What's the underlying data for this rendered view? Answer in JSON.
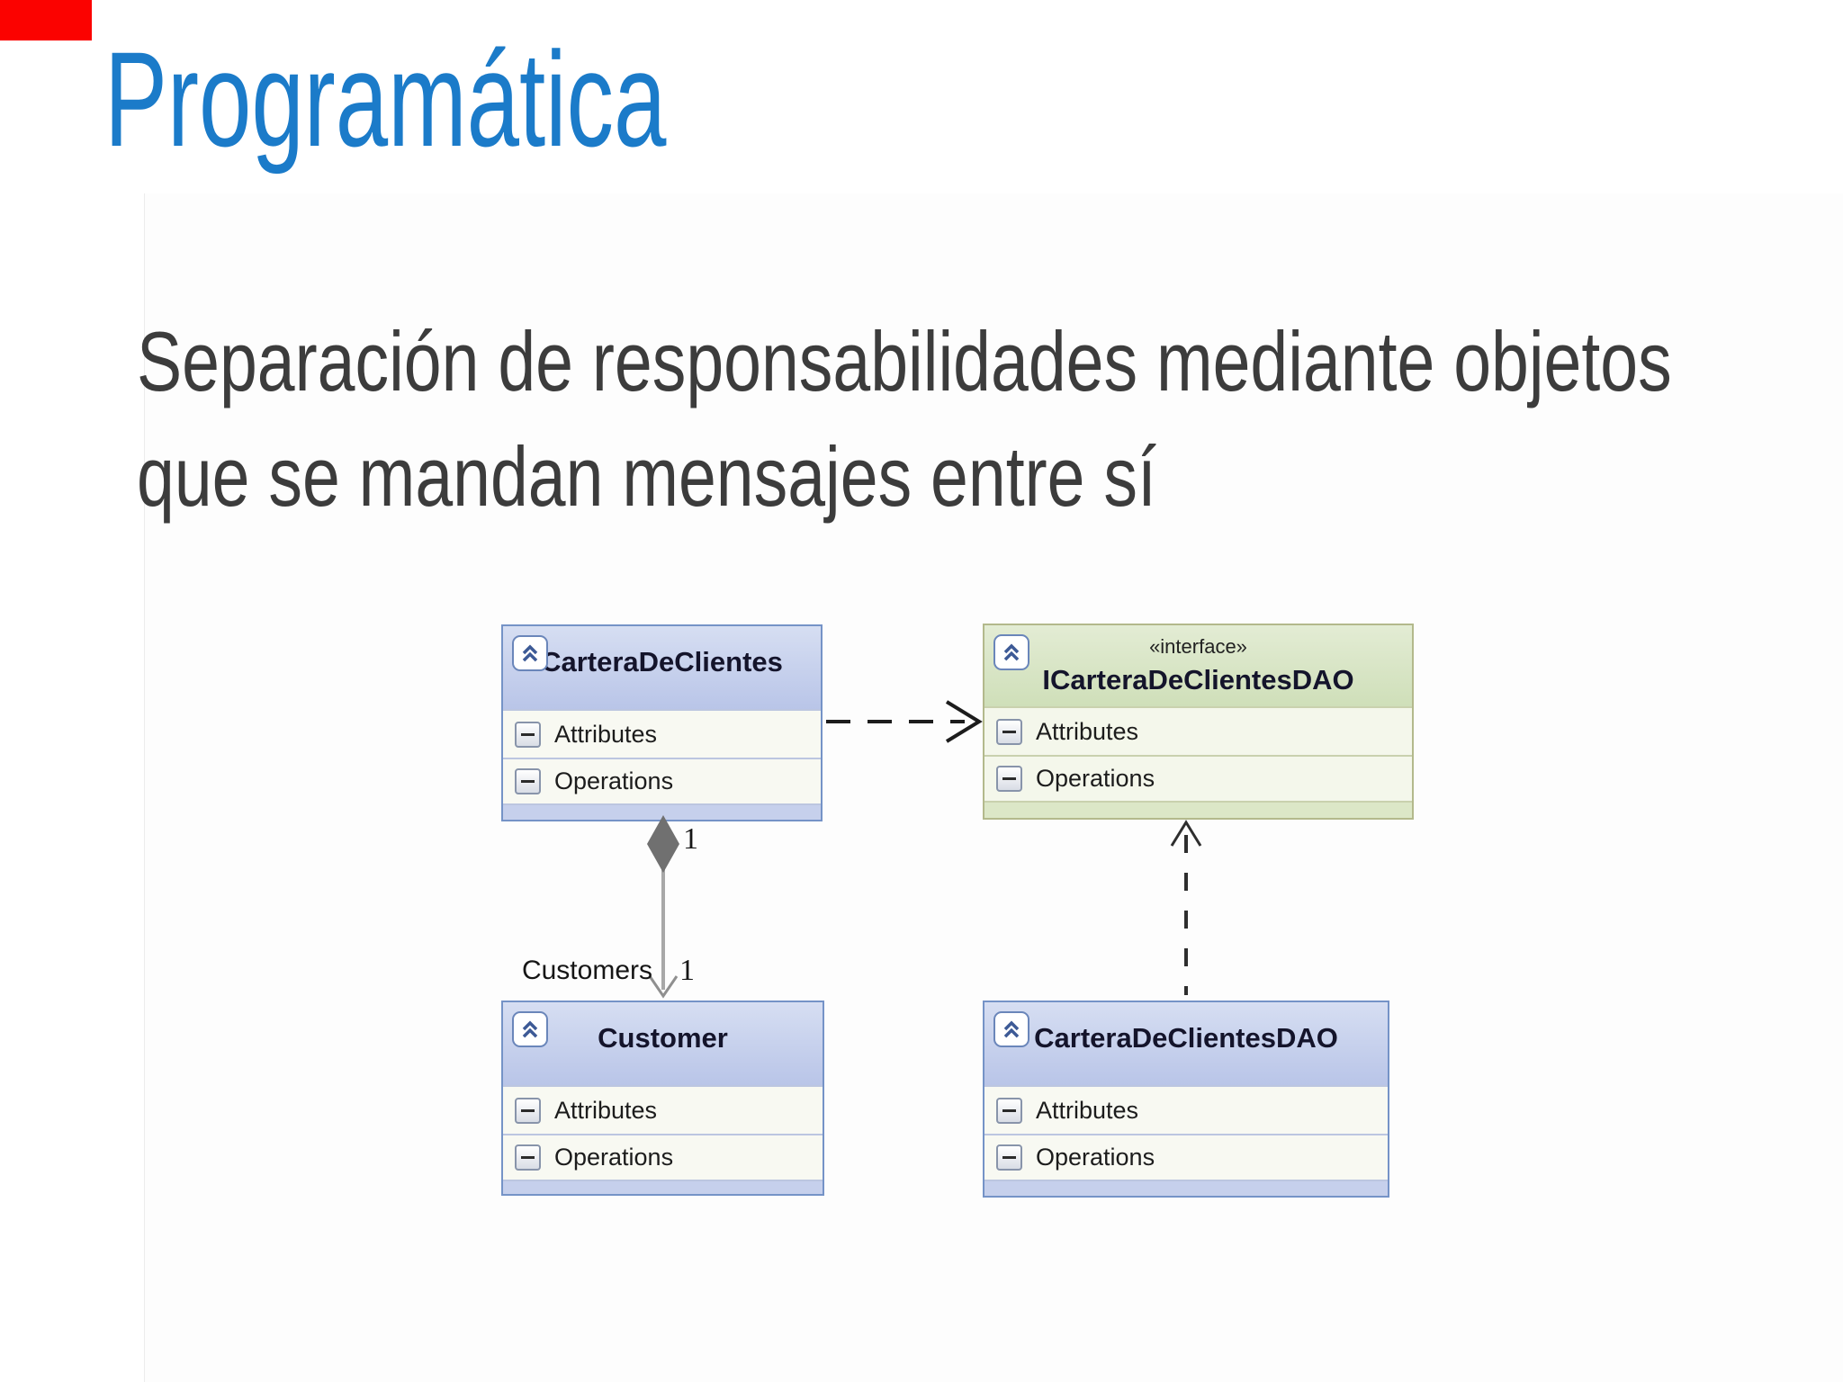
{
  "slide": {
    "title": "Programática",
    "body": {
      "line1": "Separación de responsabilidades mediante objetos",
      "line2": "que se mandan mensajes entre sí"
    },
    "colors": {
      "title_blue": "#1b7bc9",
      "body_text": "#3c3c3c",
      "corner_flag_red": "#fb0200"
    }
  },
  "diagram": {
    "classes": [
      {
        "name": "CarteraDeClientes",
        "stereotype": "",
        "attributes_label": "Attributes",
        "operations_label": "Operations",
        "theme": "blue"
      },
      {
        "name": "ICarteraDeClientesDAO",
        "stereotype": "«interface»",
        "attributes_label": "Attributes",
        "operations_label": "Operations",
        "theme": "green"
      },
      {
        "name": "Customer",
        "stereotype": "",
        "attributes_label": "Attributes",
        "operations_label": "Operations",
        "theme": "blue"
      },
      {
        "name": "CarteraDeClientesDAO",
        "stereotype": "",
        "attributes_label": "Attributes",
        "operations_label": "Operations",
        "theme": "blue"
      }
    ],
    "relationships": [
      {
        "type": "dependency",
        "from": "CarteraDeClientes",
        "to": "ICarteraDeClientesDAO",
        "style": "dashed-open-arrow"
      },
      {
        "type": "composition",
        "from": "CarteraDeClientes",
        "to": "Customer",
        "role_label": "Customers",
        "from_multiplicity": "1",
        "to_multiplicity": "1"
      },
      {
        "type": "realization",
        "from": "CarteraDeClientesDAO",
        "to": "ICarteraDeClientesDAO",
        "style": "dashed-open-arrow"
      }
    ],
    "colors": {
      "blue_border": "#7593c7",
      "blue_header_top": "#d6def2",
      "blue_header_bottom": "#b9c5e8",
      "blue_row_bg": "#f8f9f2",
      "green_border": "#b3b98c",
      "green_header_top": "#e3ecd4",
      "green_header_bottom": "#cfdfb9",
      "green_row_bg": "#f4f7eb",
      "composition_diamond": "#707070",
      "dashed_line": "#1c1c1c"
    }
  }
}
